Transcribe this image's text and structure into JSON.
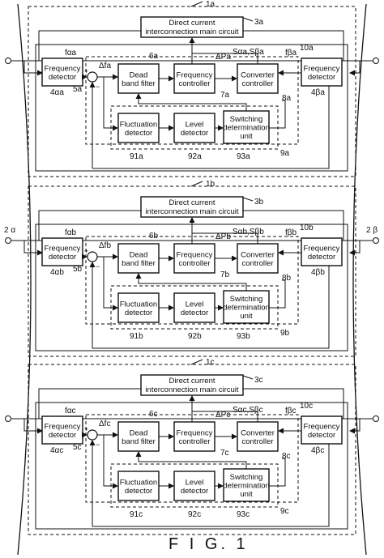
{
  "figure_label": "F I G. 1",
  "side_labels": {
    "left": "2 α",
    "right": "2 β"
  },
  "units": [
    {
      "id": "1a",
      "dc_ref": "3a",
      "dc_line1": "Direct current",
      "dc_line2": "interconnection main circuit",
      "fd_left": [
        "Frequency",
        "detector"
      ],
      "fd_left_ref": "4αa",
      "fd_right": [
        "Frequency",
        "detector"
      ],
      "fd_right_ref": "4βa",
      "f_alpha": "fαa",
      "f_beta": "fβa",
      "delta_f": "Δfa",
      "summer_ref": "5a",
      "dbf": [
        "Dead",
        "band filter"
      ],
      "dbf_ref": "6a",
      "fc": [
        "Frequency",
        "controller"
      ],
      "fc_ref": "7a",
      "delta_p": "ΔPa",
      "cc": [
        "Converter",
        "controller"
      ],
      "cc_ref": "8a",
      "sig": "Sαa,Sβa",
      "outer_ref": "10a",
      "fl": [
        "Fluctuation",
        "detector"
      ],
      "fl_ref": "91a",
      "lv": [
        "Level",
        "detector"
      ],
      "lv_ref": "92a",
      "sw": [
        "Switching",
        "determination",
        "unit"
      ],
      "sw_ref": "93a",
      "group_ref": "9a",
      "plus": "+",
      "minus": "−"
    },
    {
      "id": "1b",
      "dc_ref": "3b",
      "dc_line1": "Direct current",
      "dc_line2": "interconnection main circuit",
      "fd_left": [
        "Frequency",
        "detector"
      ],
      "fd_left_ref": "4αb",
      "fd_right": [
        "Frequency",
        "detector"
      ],
      "fd_right_ref": "4βb",
      "f_alpha": "fαb",
      "f_beta": "fβb",
      "delta_f": "Δfb",
      "summer_ref": "5b",
      "dbf": [
        "Dead",
        "band filter"
      ],
      "dbf_ref": "6b",
      "fc": [
        "Frequency",
        "controller"
      ],
      "fc_ref": "7b",
      "delta_p": "ΔPb",
      "cc": [
        "Converter",
        "controller"
      ],
      "cc_ref": "8b",
      "sig": "Sαb,Sβb",
      "outer_ref": "10b",
      "fl": [
        "Fluctuation",
        "detector"
      ],
      "fl_ref": "91b",
      "lv": [
        "Level",
        "detector"
      ],
      "lv_ref": "92b",
      "sw": [
        "Switching",
        "determination",
        "unit"
      ],
      "sw_ref": "93b",
      "group_ref": "9b",
      "plus": "+",
      "minus": "−"
    },
    {
      "id": "1c",
      "dc_ref": "3c",
      "dc_line1": "Direct current",
      "dc_line2": "interconnection main circuit",
      "fd_left": [
        "Frequency",
        "detector"
      ],
      "fd_left_ref": "4αc",
      "fd_right": [
        "Frequency",
        "detector"
      ],
      "fd_right_ref": "4βc",
      "f_alpha": "fαc",
      "f_beta": "fβc",
      "delta_f": "Δfc",
      "summer_ref": "5c",
      "dbf": [
        "Dead",
        "band filter"
      ],
      "dbf_ref": "6c",
      "fc": [
        "Frequency",
        "controller"
      ],
      "fc_ref": "7c",
      "delta_p": "ΔPc",
      "cc": [
        "Converter",
        "controller"
      ],
      "cc_ref": "8c",
      "sig": "Sαc,Sβc",
      "outer_ref": "10c",
      "fl": [
        "Fluctuation",
        "detector"
      ],
      "fl_ref": "91c",
      "lv": [
        "Level",
        "detector"
      ],
      "lv_ref": "92c",
      "sw": [
        "Switching",
        "determination",
        "unit"
      ],
      "sw_ref": "93c",
      "group_ref": "9c",
      "plus": "+",
      "minus": "−"
    }
  ]
}
